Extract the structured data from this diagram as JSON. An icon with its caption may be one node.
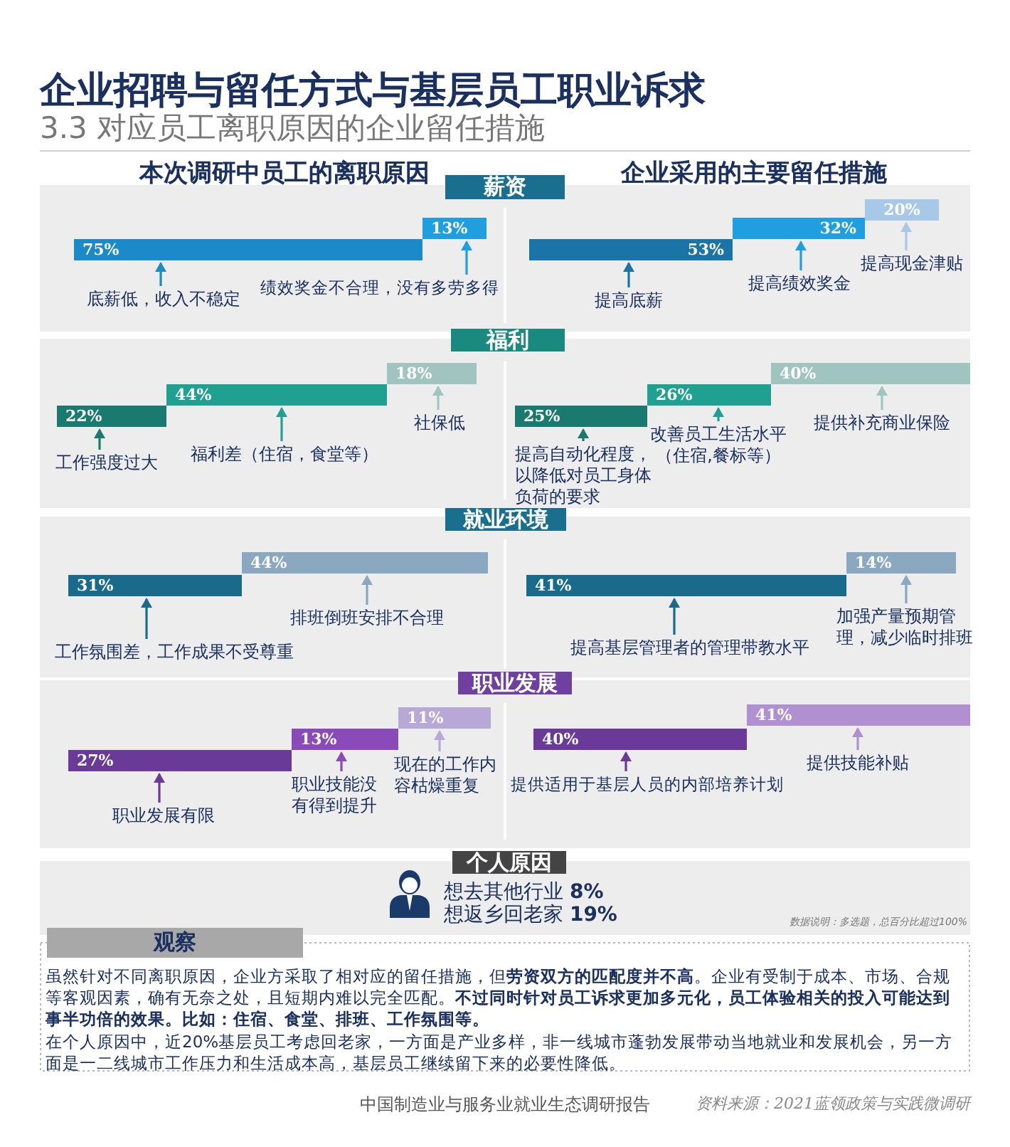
{
  "diagram": {
    "title": "企业招聘与留任方式与基层员工职业诉求",
    "nodes": [
      {
        "text": [
          "薪资"
        ]
      },
      {
        "text": [
          "75%"
        ]
      },
      {
        "text": [
          "13%"
        ]
      },
      {
        "text": [
          "底薪低，收入不稳定"
        ]
      },
      {
        "text": [
          "绩效奖金不合理，没有多劳多得"
        ]
      },
      {
        "text": [
          "53%"
        ]
      },
      {
        "text": [
          "32%"
        ]
      },
      {
        "text": [
          "20%"
        ]
      },
      {
        "text": [
          "提高底薪"
        ]
      },
      {
        "text": [
          "提高绩效奖金"
        ]
      },
      {
        "text": [
          "提高现金津贴"
        ]
      },
      {
        "text": [
          "福利"
        ]
      },
      {
        "text": [
          "22%"
        ]
      },
      {
        "text": [
          "44%"
        ]
      },
      {
        "text": [
          "18%"
        ]
      },
      {
        "text": [
          "工作强度过大"
        ]
      },
      {
        "text": [
          "福利差（住宿，食堂等）"
        ]
      },
      {
        "text": [
          "社保低"
        ]
      },
      {
        "text": [
          "25%"
        ]
      },
      {
        "text": [
          "26%"
        ]
      },
      {
        "text": [
          "40%"
        ]
      },
      {
        "text": [
          "提高自动化程度，以降低对员工身体负荷的要求"
        ]
      },
      {
        "text": [
          "改善员工生活水平（住宿,餐标等）"
        ]
      },
      {
        "text": [
          "提供补充商业保险"
        ]
      },
      {
        "text": [
          "就业环境"
        ]
      },
      {
        "text": [
          "31%"
        ]
      },
      {
        "text": [
          "44%"
        ]
      },
      {
        "text": [
          "工作氛围差，工作成果不受尊重"
        ]
      },
      {
        "text": [
          "排班倒班安排不合理"
        ]
      },
      {
        "text": [
          "41%"
        ]
      },
      {
        "text": [
          "14%"
        ]
      },
      {
        "text": [
          "提高基层管理者的管理带教水平"
        ]
      },
      {
        "text": [
          "加强产量预期管理，减少临时排班"
        ]
      },
      {
        "text": [
          "职业发展"
        ]
      },
      {
        "text": [
          "27%"
        ]
      },
      {
        "text": [
          "13%"
        ]
      },
      {
        "text": [
          "11%"
        ]
      },
      {
        "text": [
          "职业发展有限"
        ]
      },
      {
        "text": [
          "职业技能没有得到提升"
        ]
      },
      {
        "text": [
          "现在的工作内容枯燥重复"
        ]
      },
      {
        "text": [
          "40%"
        ]
      },
      {
        "text": [
          "41%"
        ]
      },
      {
        "text": [
          "提供适用于基层人员的内部培养计划"
        ]
      },
      {
        "text": [
          "提供技能补贴"
        ]
      },
      {
        "text": [
          "个人原因"
        ]
      },
      {
        "text": [
          "观察"
        ]
      }
    ],
    "edges": [
      {
        "from": 3,
        "to": 1,
        "arrow": "to",
        "color": "#1a8ac8"
      },
      {
        "from": 4,
        "to": 2,
        "arrow": "to",
        "color": "#1f9ee0"
      },
      {
        "from": 8,
        "to": 5,
        "arrow": "to",
        "color": "#1a74a8"
      },
      {
        "from": 9,
        "to": 6,
        "arrow": "to",
        "color": "#1f9ee0"
      },
      {
        "from": 10,
        "to": 7,
        "arrow": "to",
        "color": "#a8c8e8"
      },
      {
        "from": 15,
        "to": 12,
        "arrow": "to",
        "color": "#1a7a70"
      },
      {
        "from": 16,
        "to": 13,
        "arrow": "to",
        "color": "#20a090"
      },
      {
        "from": 17,
        "to": 14,
        "arrow": "to",
        "color": "#a0c4c0"
      },
      {
        "from": 21,
        "to": 18,
        "arrow": "to",
        "color": "#1a7a70"
      },
      {
        "from": 22,
        "to": 19,
        "arrow": "to",
        "color": "#20a090"
      },
      {
        "from": 23,
        "to": 20,
        "arrow": "to",
        "color": "#a0c4c0"
      },
      {
        "from": 27,
        "to": 25,
        "arrow": "to",
        "color": "#1a6a8c"
      },
      {
        "from": 28,
        "to": 26,
        "arrow": "to",
        "color": "#8aa8c0"
      },
      {
        "from": 31,
        "to": 29,
        "arrow": "to",
        "color": "#1a6a8c"
      },
      {
        "from": 32,
        "to": 30,
        "arrow": "to",
        "color": "#8aa8c0"
      },
      {
        "from": 37,
        "to": 34,
        "arrow": "to",
        "color": "#6a3a98"
      },
      {
        "from": 38,
        "to": 35,
        "arrow": "to",
        "color": "#8a4ab8"
      },
      {
        "from": 39,
        "to": 36,
        "arrow": "to",
        "color": "#b8a8d8"
      },
      {
        "from": 42,
        "to": 40,
        "arrow": "to",
        "color": "#6a3a98"
      },
      {
        "from": 43,
        "to": 41,
        "arrow": "to",
        "color": "#b090d0"
      }
    ],
    "labels": [
      "3.3 对应员工离职原因的企业留任措施",
      "本次调研中员工的离职原因",
      "企业采用的主要留任措施",
      "想去其他行业 **8%**",
      "想返乡回老家 **19%**",
      "数据说明：多选题，总百分比超过100%",
      "虽然针对不同离职原因，企业方采取了相对应的留任措施，但**劳资双方的匹配度并不高**。企业有受制于成本、市场、合规等客观因素，确有无奈之处，且短期内难以完全匹配。**不过同时针对员工诉求更加多元化，员工体验相关的投入可能达到事半功倍的效果。比如：住宿、食堂、排班、工作氛围等。**",
      "在个人原因中，近20%基层员工考虑回老家，一方面是产业多样，非一线城市蓬勃发展带动当地就业和发展机会，另一方面是一二线城市工作压力和生活成本高，基层员工继续留下来的必要性降低。",
      "中国制造业与服务业就业生态调研报告",
      "资料来源：2021蓝领政策与实践微调研"
    ]
  }
}
